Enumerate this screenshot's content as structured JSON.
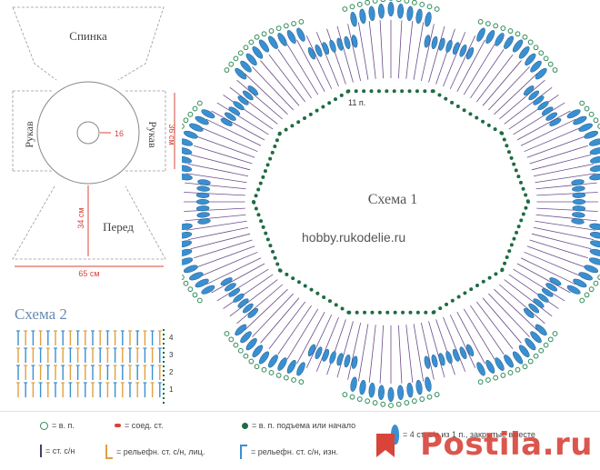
{
  "garment": {
    "back_label": "Спинка",
    "front_label": "Перед",
    "sleeve_left_label": "Рукав",
    "sleeve_right_label": "Рукав",
    "neck_dim": "16",
    "height_dim": "36 см",
    "front_dim": "34 см",
    "width_dim": "65 см"
  },
  "yoke": {
    "title": "Схема 1",
    "count_label": "11 п.",
    "site_label": "hobby.rukodelie.ru"
  },
  "scheme2": {
    "title": "Схема 2",
    "row_numbers": [
      "4",
      "3",
      "2",
      "1"
    ]
  },
  "legend": {
    "items": [
      {
        "symbol": "chain-icon",
        "text": "= в. п."
      },
      {
        "symbol": "slip-stitch-icon",
        "text": "= соед. ст."
      },
      {
        "symbol": "start-chain-icon",
        "text": "= в. п. подъема или начало"
      },
      {
        "symbol": "cluster-icon",
        "text": "= 4 ст. с/н из 1 п., закрытые вместе"
      },
      {
        "symbol": "dc-icon",
        "text": "= ст. с/н"
      },
      {
        "symbol": "front-post-icon",
        "text": "= рельефн. ст. с/н, лиц."
      },
      {
        "symbol": "back-post-icon",
        "text": "= рельефн. ст. с/н, изн."
      }
    ]
  },
  "watermark": "Postila.ru",
  "colors": {
    "blue": "#3a8fd0",
    "green": "#2e8b57",
    "purple": "#6b4b8a",
    "orange": "#e0a040",
    "red": "#d8443a"
  }
}
